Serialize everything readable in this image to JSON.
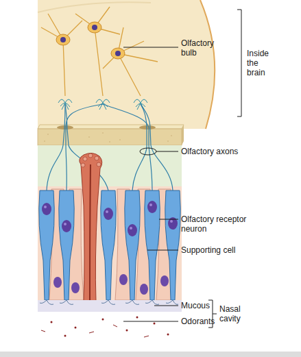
{
  "diagram": {
    "labels": [
      "Olfactory bulb",
      "Inside the brain",
      "Olfactory axons",
      "Olfactory receptor neuron",
      "Supporting cell",
      "Mucous",
      "Odorants",
      "Nasal cavity"
    ]
  }
}
